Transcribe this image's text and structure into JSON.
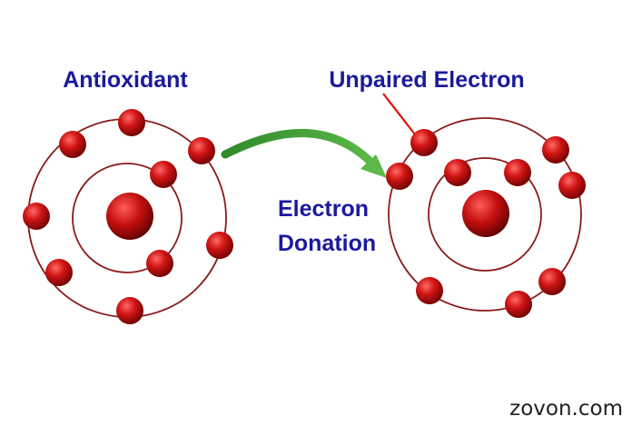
{
  "labels": {
    "left_atom": "Antioxidant",
    "right_atom": "Unpaired Electron",
    "arrow_line1": "Electron",
    "arrow_line2": "Donation",
    "watermark": "zovon.com"
  },
  "colors": {
    "text": "#1a1a9c",
    "orbit": "#8b1a1a",
    "electron": "#cc1111",
    "arrow": "#3f9a35",
    "pointer": "#e01010",
    "watermark": "#222222"
  }
}
